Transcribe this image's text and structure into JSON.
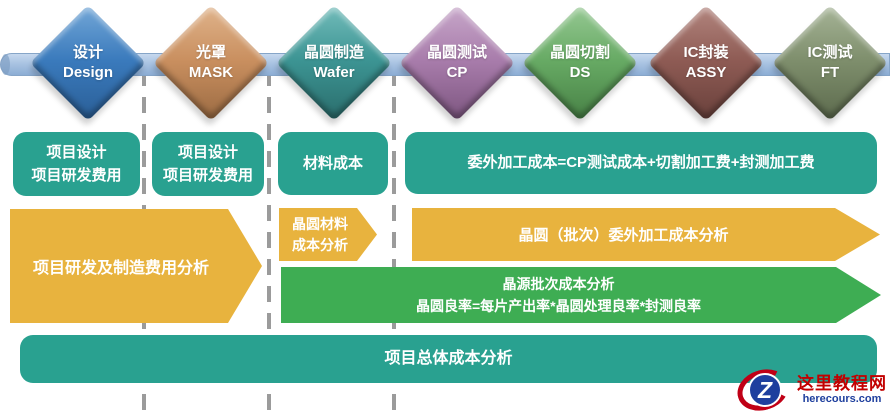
{
  "stages": [
    {
      "zh": "设计",
      "en": "Design",
      "face": "#3a7abc",
      "light": "#74a8d8",
      "dark": "#2a5e96"
    },
    {
      "zh": "光罩",
      "en": "MASK",
      "face": "#c98f5f",
      "light": "#e0b48c",
      "dark": "#9a6a42"
    },
    {
      "zh": "晶圆制造",
      "en": "Wafer",
      "face": "#3c9493",
      "light": "#74bdbb",
      "dark": "#2a6c6b"
    },
    {
      "zh": "晶圆测试",
      "en": "CP",
      "face": "#a87cab",
      "light": "#c8a8ca",
      "dark": "#7c557f"
    },
    {
      "zh": "晶圆切割",
      "en": "DS",
      "face": "#67aa64",
      "light": "#97c994",
      "dark": "#478045"
    },
    {
      "zh": "IC封装",
      "en": "ASSY",
      "face": "#8e5b54",
      "light": "#b3867f",
      "dark": "#68403b"
    },
    {
      "zh": "IC测试",
      "en": "FT",
      "face": "#7e8e6c",
      "light": "#a7b598",
      "dark": "#5c6a4d"
    }
  ],
  "row1": {
    "design_box": {
      "line1": "项目设计",
      "line2": "项目研发费用"
    },
    "mask_box": {
      "line1": "项目设计",
      "line2": "项目研发费用"
    },
    "material_box": {
      "label": "材料成本"
    },
    "outsourcing_box": {
      "label": "委外加工成本=CP测试成本+切割加工费+封测加工费"
    }
  },
  "row2": {
    "rd_mfg_arrow": {
      "label": "项目研发及制造费用分析"
    },
    "wafer_material_arrow": {
      "line1": "晶圆材料",
      "line2": "成本分析"
    },
    "batch_outsourcing_arrow": {
      "label": "晶圆（批次）委外加工成本分析"
    }
  },
  "row3": {
    "batch_cost_arrow": {
      "line1": "晶源批次成本分析",
      "line2": "晶圆良率=每片产出率*晶圆处理良率*封测良率"
    }
  },
  "bottom": {
    "total_box": {
      "label": "项目总体成本分析"
    }
  },
  "watermark": {
    "logo_letter": "Z",
    "site_name": "这里教程网",
    "site_url": "herecours.com"
  },
  "colors": {
    "teal_box": "#29a190",
    "yellow_arrow": "#e8b33e",
    "green_arrow": "#3ead53",
    "pipeline_bar": "#a9c3e2",
    "dash_line": "#9b9b9b",
    "watermark_red": "#c00016",
    "watermark_blue": "#1e3f9e"
  }
}
